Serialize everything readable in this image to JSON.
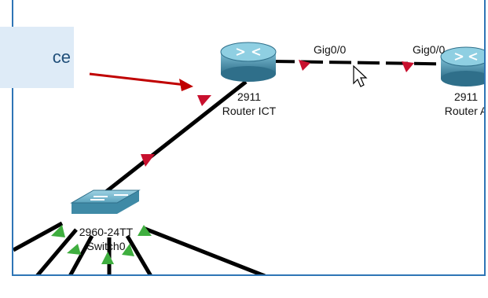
{
  "callout": {
    "text": "ce"
  },
  "routers": [
    {
      "model": "2911",
      "name": "Router ICT"
    },
    {
      "model": "2911",
      "name": "Router A"
    }
  ],
  "interfaces": {
    "left": "Gig0/0",
    "right": "Gig0/0"
  },
  "switch": {
    "model": "2960-24TT",
    "name": "Switch0"
  },
  "colors": {
    "frame": "#2e75b6",
    "callout_bg": "#deebf7",
    "arrow": "#c00000",
    "link_down": "#c8102e",
    "link_up": "#3fae3f",
    "device_body": "#4a94b0"
  },
  "icons": {
    "router": "router-icon",
    "switch": "switch-icon",
    "cursor": "mouse-cursor-icon"
  }
}
